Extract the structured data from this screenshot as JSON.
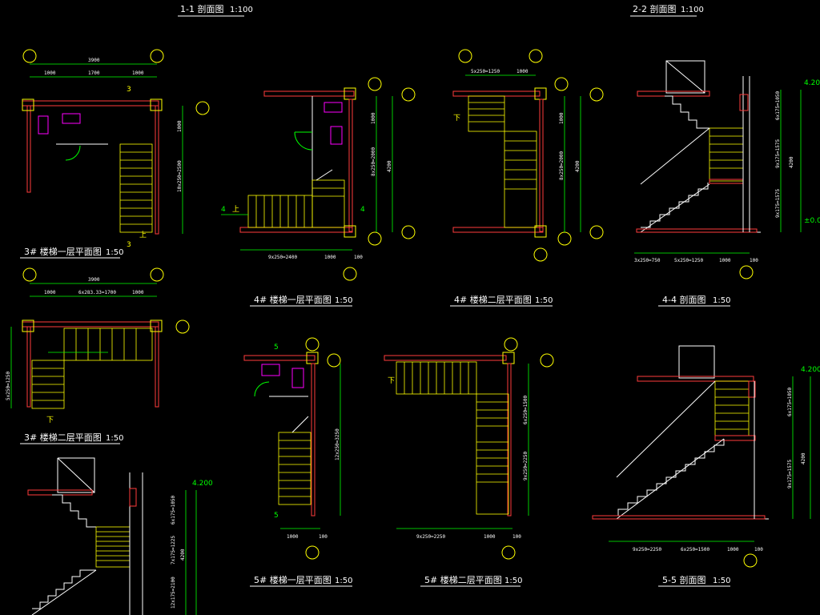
{
  "titles": {
    "sec11": "1-1  剖面图",
    "sec11_scale": "1:100",
    "sec22": "2-2  剖面图",
    "sec22_scale": "1:100",
    "p3f1": "3# 楼梯一层平面图",
    "p3f1_scale": "1:50",
    "p3f2": "3# 楼梯二层平面图",
    "p3f2_scale": "1:50",
    "p4f1": "4# 楼梯一层平面图",
    "p4f1_scale": "1:50",
    "p4f2": "4# 楼梯二层平面图",
    "p4f2_scale": "1:50",
    "s44": "4-4  剖面图",
    "s44_scale": "1:50",
    "p5f1": "5# 楼梯一层平面图",
    "p5f1_scale": "1:50",
    "p5f2": "5# 楼梯二层平面图",
    "p5f2_scale": "1:50",
    "s55": "5-5  剖面图",
    "s55_scale": "1:50"
  },
  "dims": {
    "d3900a": "3900",
    "d1000": "1000",
    "d1700": "1700",
    "d100": "100",
    "d3900b": "3900",
    "d6x283": "6x283.33=1700",
    "d4200": "4200",
    "d10x250": "10x250=2500",
    "d5x250": "5x250=1250",
    "d9x250": "9x250=2400",
    "d9x250b": "9x250=2250",
    "d5x250b": "5x250=1250",
    "d5x250c": "5x250=1250",
    "d6x250": "6x250=1500",
    "d8x250": "8x250=2000",
    "d12x250": "12x250=3250",
    "d3x250": "3x250=750",
    "d6x175": "6x175=1050",
    "d9x175": "9x175=1575",
    "d7x175": "7x175=1225",
    "d12x175": "12x175=2100",
    "elev4200": "4.200",
    "elev0": "±0.000",
    "elev4200b": "4.200",
    "elev4200c": "4.200"
  },
  "labels": {
    "up": "上",
    "down": "下",
    "n3": "3",
    "n4": "4",
    "n5": "5"
  },
  "colors": {
    "background": "#000000",
    "wall": "#ff3b3b",
    "stair": "#ffff00",
    "dimension": "#00ff00",
    "fixture": "#ff00ff",
    "outline": "#ffffff"
  }
}
